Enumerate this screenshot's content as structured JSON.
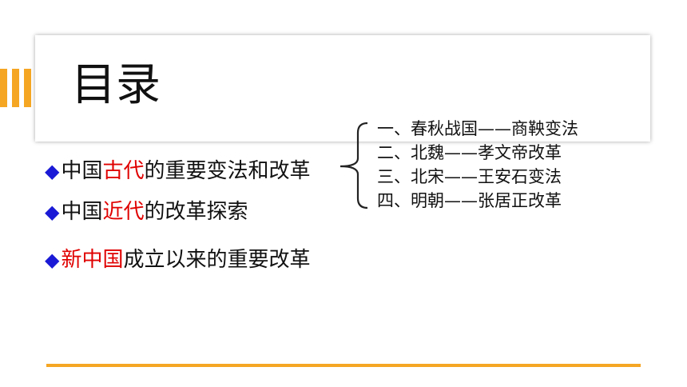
{
  "title": "目录",
  "colors": {
    "accent": "#f5a623",
    "highlight": "#e00000",
    "bullet": "#1a1ad6"
  },
  "bullet_icon": "diamond-bullet",
  "items": [
    {
      "prefix": "中国",
      "highlight": "古代",
      "suffix": "的重要变法和改革"
    },
    {
      "prefix": "中国",
      "highlight": "近代",
      "suffix": "的改革探索"
    },
    {
      "prefix": "",
      "highlight": "新中国",
      "suffix": "成立以来的重要改革"
    }
  ],
  "sub_items": [
    "一、春秋战国——商鞅变法",
    "二、北魏——孝文帝改革",
    "三、北宋——王安石变法",
    "四、明朝——张居正改革"
  ]
}
